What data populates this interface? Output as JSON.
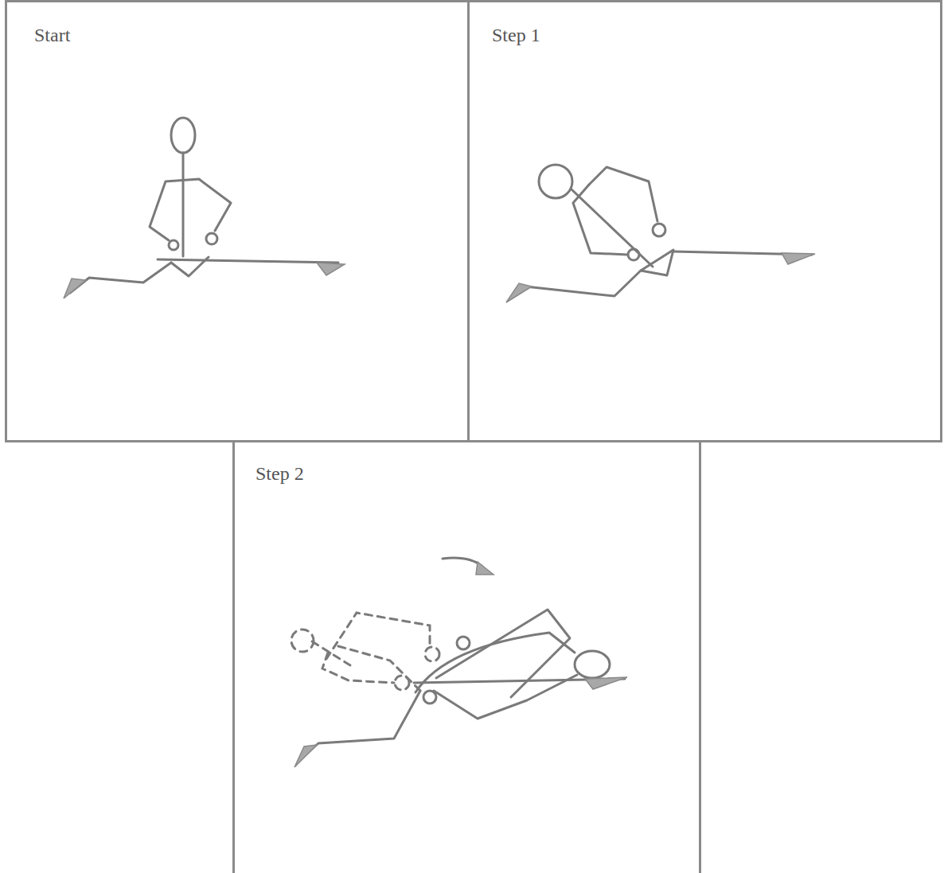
{
  "diagram": {
    "nodes": [
      {
        "text": [
          "Start"
        ]
      },
      {
        "text": [
          "Step 1"
        ]
      },
      {
        "text": [
          "Step 2"
        ]
      }
    ]
  }
}
